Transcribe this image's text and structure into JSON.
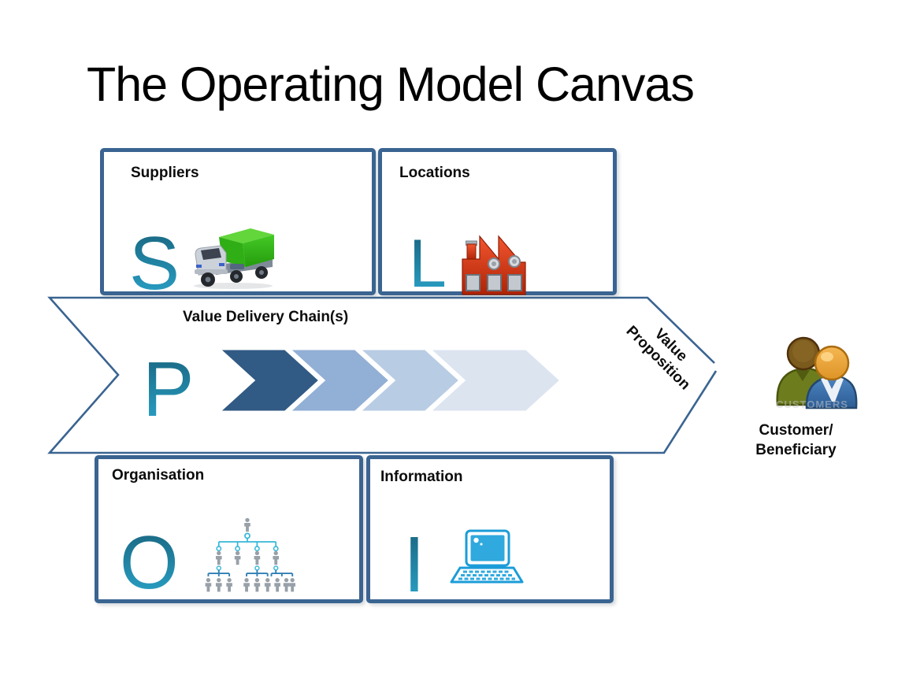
{
  "slide": {
    "title": "The Operating Model Canvas"
  },
  "cells": {
    "suppliers": {
      "label": "Suppliers",
      "letter": "S",
      "icon": "truck-icon"
    },
    "locations": {
      "label": "Locations",
      "letter": "L",
      "icon": "factory-icon"
    },
    "organisation": {
      "label": "Organisation",
      "letter": "O",
      "icon": "org-chart-icon"
    },
    "information": {
      "label": "Information",
      "letter": "I",
      "icon": "laptop-icon"
    }
  },
  "process_band": {
    "label": "Value Delivery Chain(s)",
    "letter": "P",
    "chevron_colors": [
      "#315a84",
      "#92afd5",
      "#b8cce4",
      "#dce4f0"
    ]
  },
  "value_proposition": {
    "line1": "Value",
    "line2": "Proposition"
  },
  "customer": {
    "line1": "Customer/",
    "line2": "Beneficiary",
    "watermark": "CUSTOMERS",
    "icon": "people-icon"
  },
  "colors": {
    "outline_blue": "#3a6491",
    "letter_gradient_top": "#176079",
    "letter_gradient_bottom": "#2ba7ce"
  }
}
